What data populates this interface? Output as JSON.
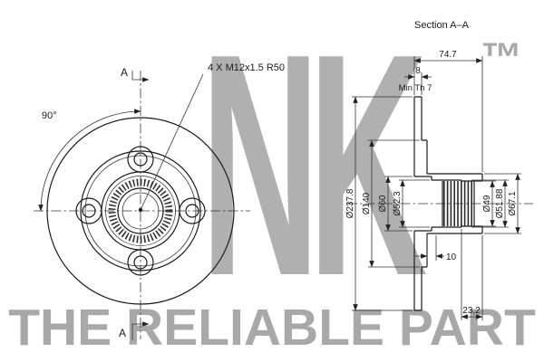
{
  "watermark": {
    "logo": "NK",
    "tm": "™",
    "tagline": "THE RELIABLE PART"
  },
  "front_view": {
    "bolt_callout": "4 X M12x1.5   R50",
    "angle_label": "90°",
    "section_label": "A"
  },
  "section_view": {
    "title": "Section A–A",
    "total_width": "74.7",
    "disc_thickness": "8",
    "min_thickness": "Min Th 7",
    "outer_diameter": "Ø237.8",
    "hat_diameter": "Ø140",
    "bore_60": "Ø60",
    "bore_52_3": "Ø52.3",
    "bore_49": "Ø49",
    "bore_51_88": "Ø51.88",
    "hub_67_1": "Ø67.1",
    "step_10": "10",
    "offset_23_2": "23,2"
  }
}
